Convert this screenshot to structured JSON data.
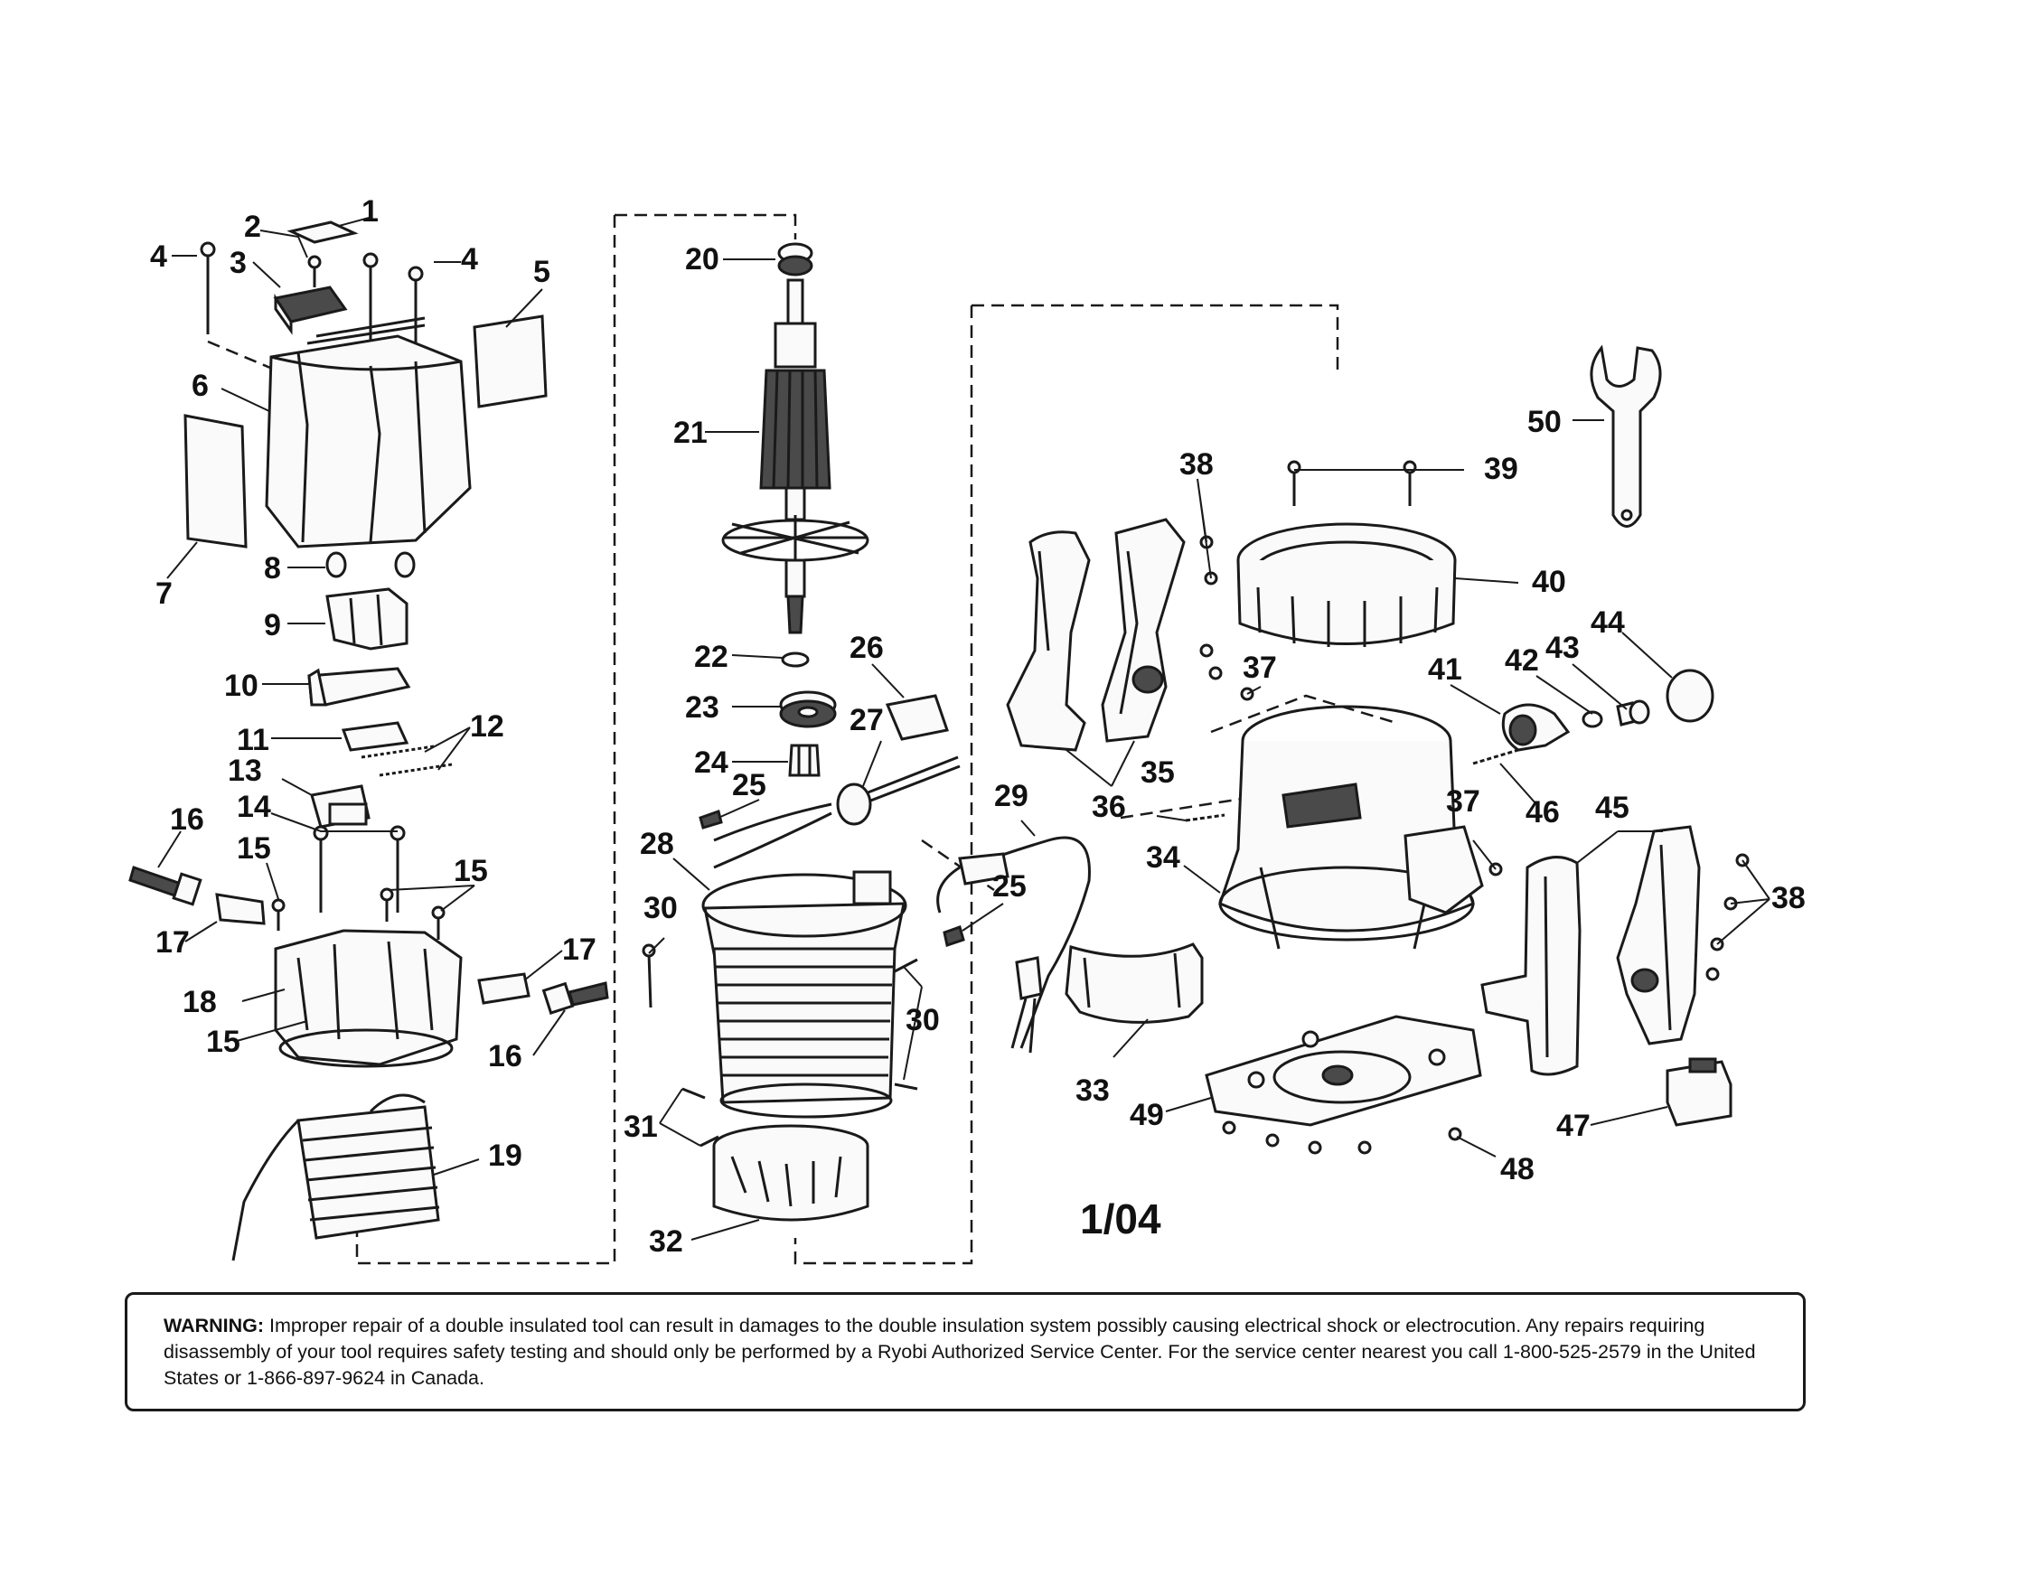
{
  "diagram": {
    "date_code": "1/04",
    "callouts": [
      {
        "id": "p1",
        "label": "1"
      },
      {
        "id": "p2",
        "label": "2"
      },
      {
        "id": "p3",
        "label": "3"
      },
      {
        "id": "p4a",
        "label": "4"
      },
      {
        "id": "p4b",
        "label": "4"
      },
      {
        "id": "p5",
        "label": "5"
      },
      {
        "id": "p6",
        "label": "6"
      },
      {
        "id": "p7",
        "label": "7"
      },
      {
        "id": "p8",
        "label": "8"
      },
      {
        "id": "p9",
        "label": "9"
      },
      {
        "id": "p10",
        "label": "10"
      },
      {
        "id": "p11",
        "label": "11"
      },
      {
        "id": "p12",
        "label": "12"
      },
      {
        "id": "p13",
        "label": "13"
      },
      {
        "id": "p14",
        "label": "14"
      },
      {
        "id": "p15a",
        "label": "15"
      },
      {
        "id": "p15b",
        "label": "15"
      },
      {
        "id": "p15c",
        "label": "15"
      },
      {
        "id": "p16a",
        "label": "16"
      },
      {
        "id": "p16b",
        "label": "16"
      },
      {
        "id": "p17a",
        "label": "17"
      },
      {
        "id": "p17b",
        "label": "17"
      },
      {
        "id": "p18",
        "label": "18"
      },
      {
        "id": "p19",
        "label": "19"
      },
      {
        "id": "p20",
        "label": "20"
      },
      {
        "id": "p21",
        "label": "21"
      },
      {
        "id": "p22",
        "label": "22"
      },
      {
        "id": "p23",
        "label": "23"
      },
      {
        "id": "p24",
        "label": "24"
      },
      {
        "id": "p25a",
        "label": "25"
      },
      {
        "id": "p25b",
        "label": "25"
      },
      {
        "id": "p26",
        "label": "26"
      },
      {
        "id": "p27",
        "label": "27"
      },
      {
        "id": "p28",
        "label": "28"
      },
      {
        "id": "p29",
        "label": "29"
      },
      {
        "id": "p30a",
        "label": "30"
      },
      {
        "id": "p30b",
        "label": "30"
      },
      {
        "id": "p31",
        "label": "31"
      },
      {
        "id": "p32",
        "label": "32"
      },
      {
        "id": "p33",
        "label": "33"
      },
      {
        "id": "p34",
        "label": "34"
      },
      {
        "id": "p35",
        "label": "35"
      },
      {
        "id": "p36",
        "label": "36"
      },
      {
        "id": "p37a",
        "label": "37"
      },
      {
        "id": "p37b",
        "label": "37"
      },
      {
        "id": "p38a",
        "label": "38"
      },
      {
        "id": "p38b",
        "label": "38"
      },
      {
        "id": "p39",
        "label": "39"
      },
      {
        "id": "p40",
        "label": "40"
      },
      {
        "id": "p41",
        "label": "41"
      },
      {
        "id": "p42",
        "label": "42"
      },
      {
        "id": "p43",
        "label": "43"
      },
      {
        "id": "p44",
        "label": "44"
      },
      {
        "id": "p45",
        "label": "45"
      },
      {
        "id": "p46",
        "label": "46"
      },
      {
        "id": "p47",
        "label": "47"
      },
      {
        "id": "p48",
        "label": "48"
      },
      {
        "id": "p49",
        "label": "49"
      },
      {
        "id": "p50",
        "label": "50"
      }
    ]
  },
  "warning": {
    "heading": "WARNING:",
    "text": " Improper repair of a double insulated tool can result in damages to the double insulation system possibly causing electrical shock or electrocution. Any repairs requiring disassembly of your tool requires safety testing and should only be performed by a Ryobi Authorized Service Center. For the service center nearest you call 1-800-525-2579 in the United States or 1-866-897-9624 in Canada."
  }
}
